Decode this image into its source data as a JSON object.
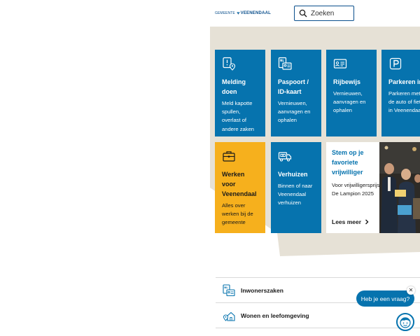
{
  "header": {
    "logo_small": "GEMEENTE",
    "logo_big": "VEENENDAAL",
    "search_placeholder": "Zoeken"
  },
  "tiles": [
    {
      "title": "Melding doen",
      "desc": "Meld kapotte spullen, overlast of andere zaken",
      "icon": "report-location-icon"
    },
    {
      "title": "Paspoort / ID-kaart",
      "desc": "Vernieuwen, aanvragen en ophalen",
      "icon": "passport-icon"
    },
    {
      "title": "Rijbewijs",
      "desc": "Vernieuwen, aanvragen en ophalen",
      "icon": "drivers-license-icon"
    },
    {
      "title": "Parkeren in Veenendaal",
      "desc": "Parkeren met de auto of fiets in Veenendaal",
      "icon": "parking-icon"
    },
    {
      "title": "Werken voor Veenendaal",
      "desc": "Alles over werken bij de gemeente",
      "icon": "briefcase-icon"
    },
    {
      "title": "Verhuizen",
      "desc": "Binnen of naar Veenendaal verhuizen",
      "icon": "moving-truck-icon"
    }
  ],
  "featured": {
    "title": "Stem op je favoriete vrijwilliger",
    "desc": "Voor vrijwilligersprijs De Lampion 2025",
    "more": "Lees meer",
    "icon": "chevron-right-icon"
  },
  "accordion": [
    {
      "label": "Inwonerszaken",
      "icon": "id-card-icon"
    },
    {
      "label": "Wonen en leefomgeving",
      "icon": "house-location-icon"
    },
    {
      "label": "",
      "icon": "people-icon"
    }
  ],
  "chat": {
    "bubble": "Heb je een vraag?",
    "close": "✕",
    "avatar_icon": "chat-avatar-icon"
  },
  "colors": {
    "brand_blue": "#0673ae",
    "yellow": "#f6b01d",
    "beige": "#e6e1d6",
    "logo_blue": "#0a4f8c"
  }
}
